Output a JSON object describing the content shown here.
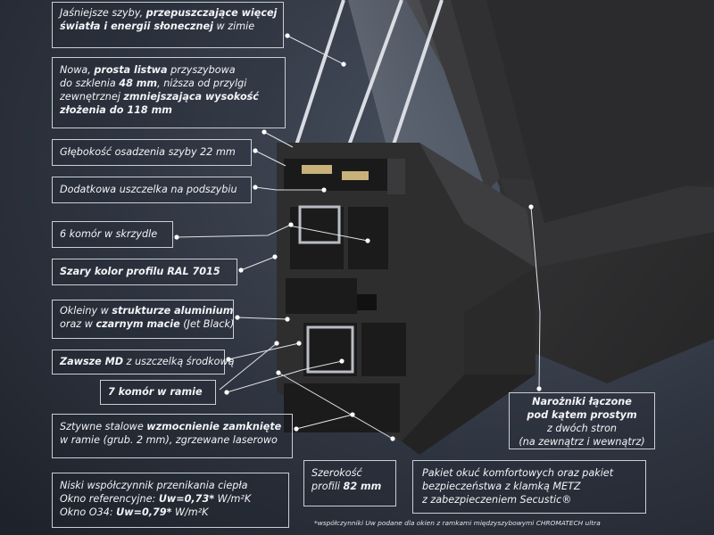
{
  "annotations": [
    {
      "id": "a1",
      "lines": [
        [
          {
            "t": "Jaśniejsze szyby, ",
            "b": false
          },
          {
            "t": "przepuszczające więcej",
            "b": true
          }
        ],
        [
          {
            "t": "światła i energii słonecznej",
            "b": true
          },
          {
            "t": " w zimie",
            "b": false
          }
        ]
      ]
    },
    {
      "id": "a2",
      "lines": [
        [
          {
            "t": "Nowa, ",
            "b": false
          },
          {
            "t": "prosta listwa",
            "b": true
          },
          {
            "t": " przyszybowa",
            "b": false
          }
        ],
        [
          {
            "t": "do szklenia ",
            "b": false
          },
          {
            "t": "48 mm",
            "b": true
          },
          {
            "t": ", niższa od przylgi",
            "b": false
          }
        ],
        [
          {
            "t": "zewnętrznej  ",
            "b": false
          },
          {
            "t": "zmniejszająca wysokość",
            "b": true
          }
        ],
        [
          {
            "t": "złożenia do 118 mm",
            "b": true
          }
        ]
      ]
    },
    {
      "id": "a3",
      "lines": [
        [
          {
            "t": "Głębokość osadzenia szyby 22 mm",
            "b": false
          }
        ]
      ]
    },
    {
      "id": "a4",
      "lines": [
        [
          {
            "t": "Dodatkowa uszczelka na podszybiu",
            "b": false
          }
        ]
      ]
    },
    {
      "id": "a5",
      "lines": [
        [
          {
            "t": "6 komór w skrzydle",
            "b": false
          }
        ]
      ]
    },
    {
      "id": "a6",
      "lines": [
        [
          {
            "t": "Szary kolor profilu RAL 7015",
            "b": true
          }
        ]
      ]
    },
    {
      "id": "a7",
      "lines": [
        [
          {
            "t": "Okleiny w ",
            "b": false
          },
          {
            "t": "strukturze aluminium",
            "b": true
          }
        ],
        [
          {
            "t": "oraz w ",
            "b": false
          },
          {
            "t": "czarnym macie",
            "b": true
          },
          {
            "t": " (Jet Black)",
            "b": false
          }
        ]
      ]
    },
    {
      "id": "a8",
      "lines": [
        [
          {
            "t": "Zawsze MD",
            "b": true
          },
          {
            "t": " z uszczelką środkową",
            "b": false
          }
        ]
      ]
    },
    {
      "id": "a9",
      "lines": [
        [
          {
            "t": "7 komór w ramie",
            "b": true
          }
        ]
      ]
    },
    {
      "id": "a10",
      "lines": [
        [
          {
            "t": "Sztywne stalowe ",
            "b": false
          },
          {
            "t": "wzmocnienie zamknięte",
            "b": true
          }
        ],
        [
          {
            "t": "w ramie (grub. 2 mm), zgrzewane laserowo",
            "b": false
          }
        ]
      ]
    },
    {
      "id": "a11",
      "lines": [
        [
          {
            "t": "Niski współczynnik przenikania ciepła",
            "b": false
          }
        ],
        [
          {
            "t": "Okno referencyjne: ",
            "b": false
          },
          {
            "t": "Uw=0,73*",
            "b": true
          },
          {
            "t": " W/m²K",
            "b": false
          }
        ],
        [
          {
            "t": "Okno O34: ",
            "b": false
          },
          {
            "t": "Uw=0,79*",
            "b": true
          },
          {
            "t": " W/m²K",
            "b": false
          }
        ]
      ]
    },
    {
      "id": "a12",
      "lines": [
        [
          {
            "t": "Szerokość",
            "b": false
          }
        ],
        [
          {
            "t": "profili ",
            "b": false
          },
          {
            "t": "82 mm",
            "b": true
          }
        ]
      ]
    },
    {
      "id": "a13",
      "lines": [
        [
          {
            "t": "Pakiet okuć komfortowych oraz pakiet",
            "b": false
          }
        ],
        [
          {
            "t": "bezpieczeństwa z klamką METZ",
            "b": false
          }
        ],
        [
          {
            "t": "z zabezpieczeniem Secustic®",
            "b": false
          }
        ]
      ]
    },
    {
      "id": "a14",
      "lines": [
        [
          {
            "t": "Narożniki łączone",
            "b": true
          }
        ],
        [
          {
            "t": "pod kątem prostym",
            "b": true
          }
        ],
        [
          {
            "t": "z dwóch stron",
            "b": false
          }
        ],
        [
          {
            "t": "(na zewnątrz i wewnątrz)",
            "b": false
          }
        ]
      ]
    }
  ],
  "footnote": "*współczynniki Uw podane dla okien z ramkami międzyszybowymi CHROMATECH ultra",
  "colors": {
    "background": "#2f3540",
    "profile": "#2e2e2f",
    "profile_dark": "#1c1c1d",
    "profile_light": "#444446",
    "glass": "#9aa3ad",
    "spacer": "#c8b27a",
    "line": "#dfe3ea"
  }
}
